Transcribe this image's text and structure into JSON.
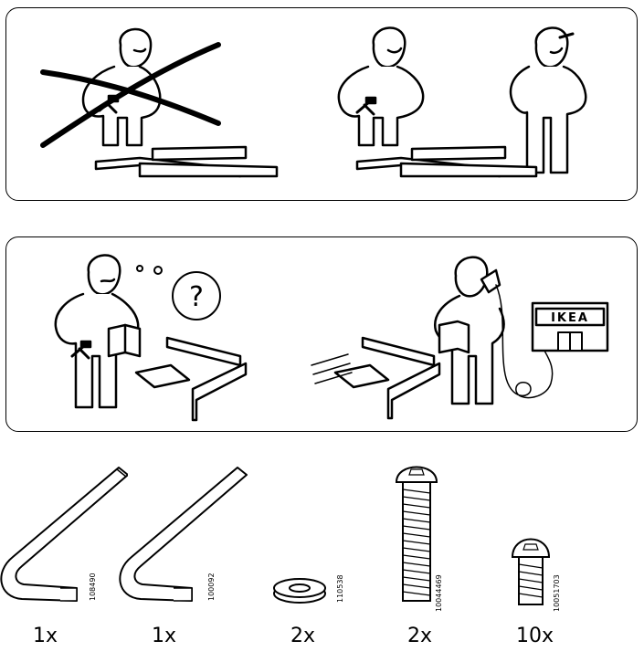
{
  "logo": {
    "text": "IKEA"
  },
  "help_bubble": {
    "text": "?"
  },
  "parts": [
    {
      "name": "hex-key-large",
      "quantity": "1x",
      "code": "108490"
    },
    {
      "name": "hex-key-small",
      "quantity": "1x",
      "code": "100092"
    },
    {
      "name": "washer",
      "quantity": "2x",
      "code": "110538"
    },
    {
      "name": "bolt-long",
      "quantity": "2x",
      "code": "10044469"
    },
    {
      "name": "bolt-short",
      "quantity": "10x",
      "code": "10051703"
    }
  ]
}
